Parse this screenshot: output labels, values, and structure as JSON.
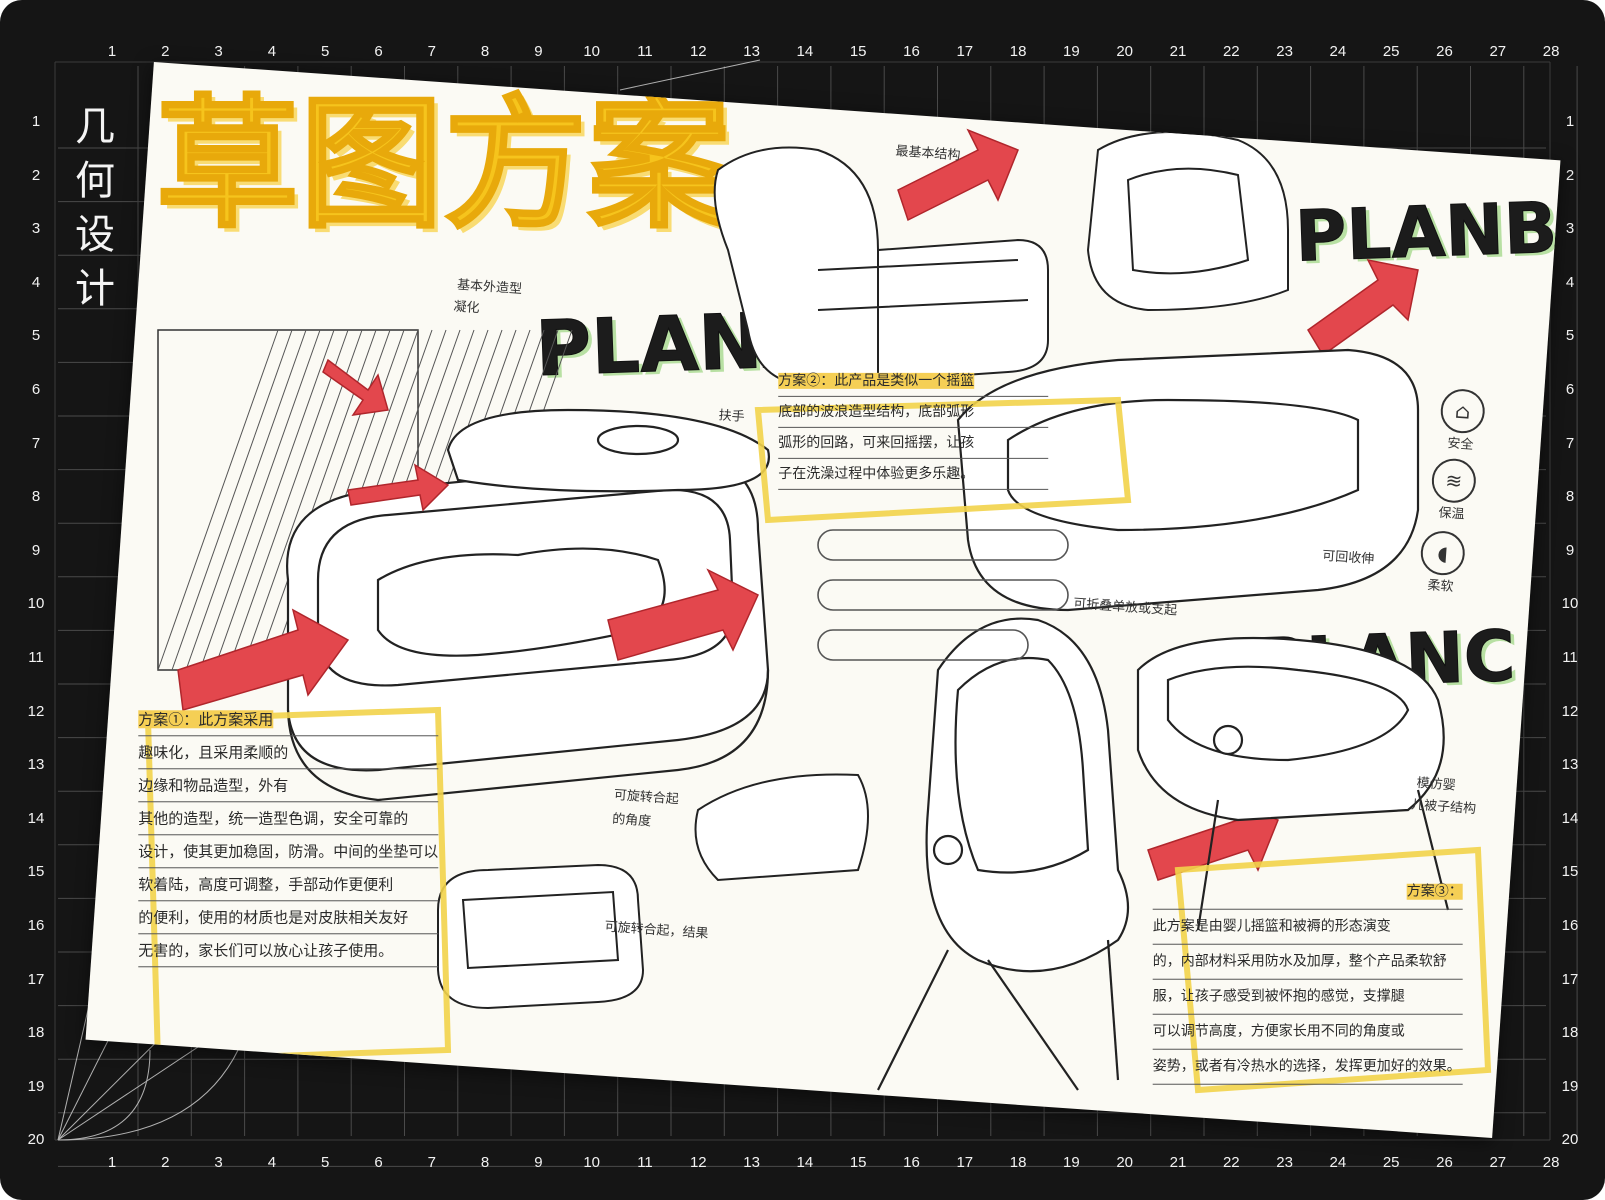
{
  "side_title": [
    "几",
    "何",
    "设",
    "计"
  ],
  "main_title": "草图方案",
  "ruler": {
    "columns": [
      "1",
      "2",
      "3",
      "4",
      "5",
      "6",
      "7",
      "8",
      "9",
      "10",
      "11",
      "12",
      "13",
      "14",
      "15",
      "16",
      "17",
      "18",
      "19",
      "20",
      "21",
      "22",
      "23",
      "24",
      "25",
      "26",
      "27",
      "28"
    ],
    "rows": [
      "1",
      "2",
      "3",
      "4",
      "5",
      "6",
      "7",
      "8",
      "9",
      "10",
      "11",
      "12",
      "13",
      "14",
      "15",
      "16",
      "17",
      "18",
      "19",
      "20"
    ]
  },
  "plans": {
    "a": "PLANA",
    "b": "PLANB",
    "c": "PLANC"
  },
  "annotations": {
    "basic_structure": "最基本结构",
    "base_shape": "基本外造型",
    "base_shape_2": "凝化",
    "armrest": "扶手",
    "rotatable": "可旋转合起",
    "rotation_angle": "的角度",
    "rotate_fold": "可旋转合起，结果",
    "foldable": "可折叠单放或支起",
    "retract": "可回收伸",
    "simulate": "模仿婴",
    "simulate_2": "儿被子结构"
  },
  "features": [
    {
      "icon": "house-icon",
      "label": "安全"
    },
    {
      "icon": "wave-icon",
      "label": "保温"
    },
    {
      "icon": "mitten-icon",
      "label": "柔软"
    }
  ],
  "notes": {
    "plan1": [
      "方案①：此方案采用",
      "趣味化，且采用柔顺的",
      "边缘和物品造型，外有",
      "其他的造型，统一造型色调，安全可靠的",
      "设计，使其更加稳固，防滑。中间的坐垫可以",
      "软着陆，高度可调整，手部动作更便利",
      "的便利，使用的材质也是对皮肤相关友好",
      "无害的，家长们可以放心让孩子使用。"
    ],
    "plan2": [
      "方案②：此产品是类似一个摇篮",
      "底部的波浪造型结构，底部弧形",
      "弧形的回路，可来回摇摆，让孩",
      "子在洗澡过程中体验更多乐趣。"
    ],
    "plan3": [
      "方案③：",
      "此方案是由婴儿摇篮和被褥的形态演变",
      "的，内部材料采用防水及加厚，整个产品柔软舒",
      "服，让孩子感受到被怀抱的感觉，支撑腿",
      "可以调节高度，方便家长用不同的角度或",
      "姿势，或者有冷热水的选择，发挥更加好的效果。"
    ]
  }
}
